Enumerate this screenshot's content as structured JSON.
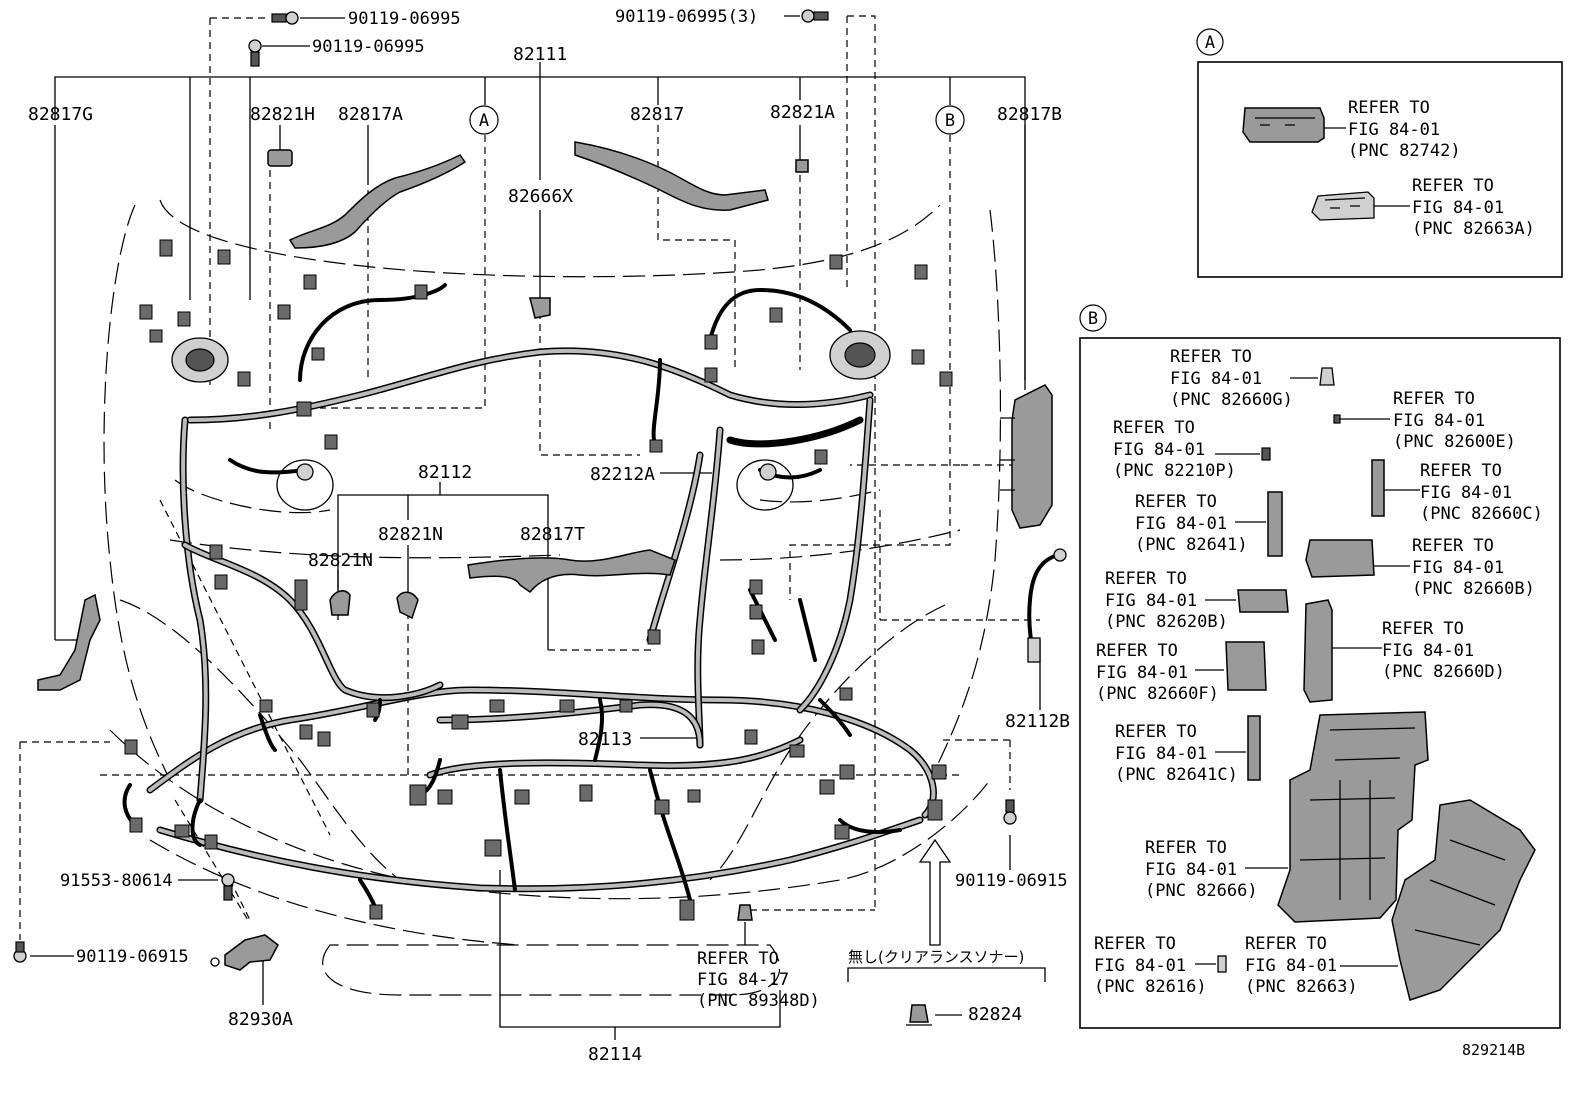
{
  "diagram_id": "829214B",
  "callouts": {
    "a": "A",
    "b": "B"
  },
  "parts": {
    "p82111": "82111",
    "p82817G": "82817G",
    "p82821H": "82821H",
    "p82817A": "82817A",
    "p82817": "82817",
    "p82821A": "82821A",
    "p82817B": "82817B",
    "p82666X": "82666X",
    "p82112": "82112",
    "p82821N_left": "82821N",
    "p82821N_mid": "82821N",
    "p82817T": "82817T",
    "p82212A": "82212A",
    "p82113": "82113",
    "p82112B": "82112B",
    "p82114": "82114",
    "p82930A": "82930A",
    "p82824": "82824"
  },
  "fasteners": {
    "top1": "90119-06995",
    "top2": "90119-06995",
    "top3": "90119-06995(3)",
    "left_mid": "91553-80614",
    "left_low": "90119-06915",
    "right_low": "90119-06915"
  },
  "refs": {
    "main_89348D": [
      "REFER TO",
      "FIG 84-17",
      "(PNC 89348D)"
    ],
    "A_82742": [
      "REFER TO",
      "FIG 84-01",
      "(PNC 82742)"
    ],
    "A_82663A": [
      "REFER TO",
      "FIG 84-01",
      "(PNC 82663A)"
    ],
    "B_82660G": [
      "REFER TO",
      "FIG 84-01",
      "(PNC 82660G)"
    ],
    "B_82600E": [
      "REFER TO",
      "FIG 84-01",
      "(PNC 82600E)"
    ],
    "B_82210P": [
      "REFER TO",
      "FIG 84-01",
      "(PNC 82210P)"
    ],
    "B_82660C": [
      "REFER TO",
      "FIG 84-01",
      "(PNC 82660C)"
    ],
    "B_82641": [
      "REFER TO",
      "FIG 84-01",
      "(PNC 82641)"
    ],
    "B_82660B": [
      "REFER TO",
      "FIG 84-01",
      "(PNC 82660B)"
    ],
    "B_82620B": [
      "REFER TO",
      "FIG 84-01",
      "(PNC 82620B)"
    ],
    "B_82660D": [
      "REFER TO",
      "FIG 84-01",
      "(PNC 82660D)"
    ],
    "B_82660F": [
      "REFER TO",
      "FIG 84-01",
      "(PNC 82660F)"
    ],
    "B_82641C": [
      "REFER TO",
      "FIG 84-01",
      "(PNC 82641C)"
    ],
    "B_82666": [
      "REFER TO",
      "FIG 84-01",
      "(PNC 82666)"
    ],
    "B_82616": [
      "REFER TO",
      "FIG 84-01",
      "(PNC 82616)"
    ],
    "B_82663": [
      "REFER TO",
      "FIG 84-01",
      "(PNC 82663)"
    ]
  },
  "notes": {
    "no_clearance_sonar": "無し(クリアランスソナー)"
  }
}
